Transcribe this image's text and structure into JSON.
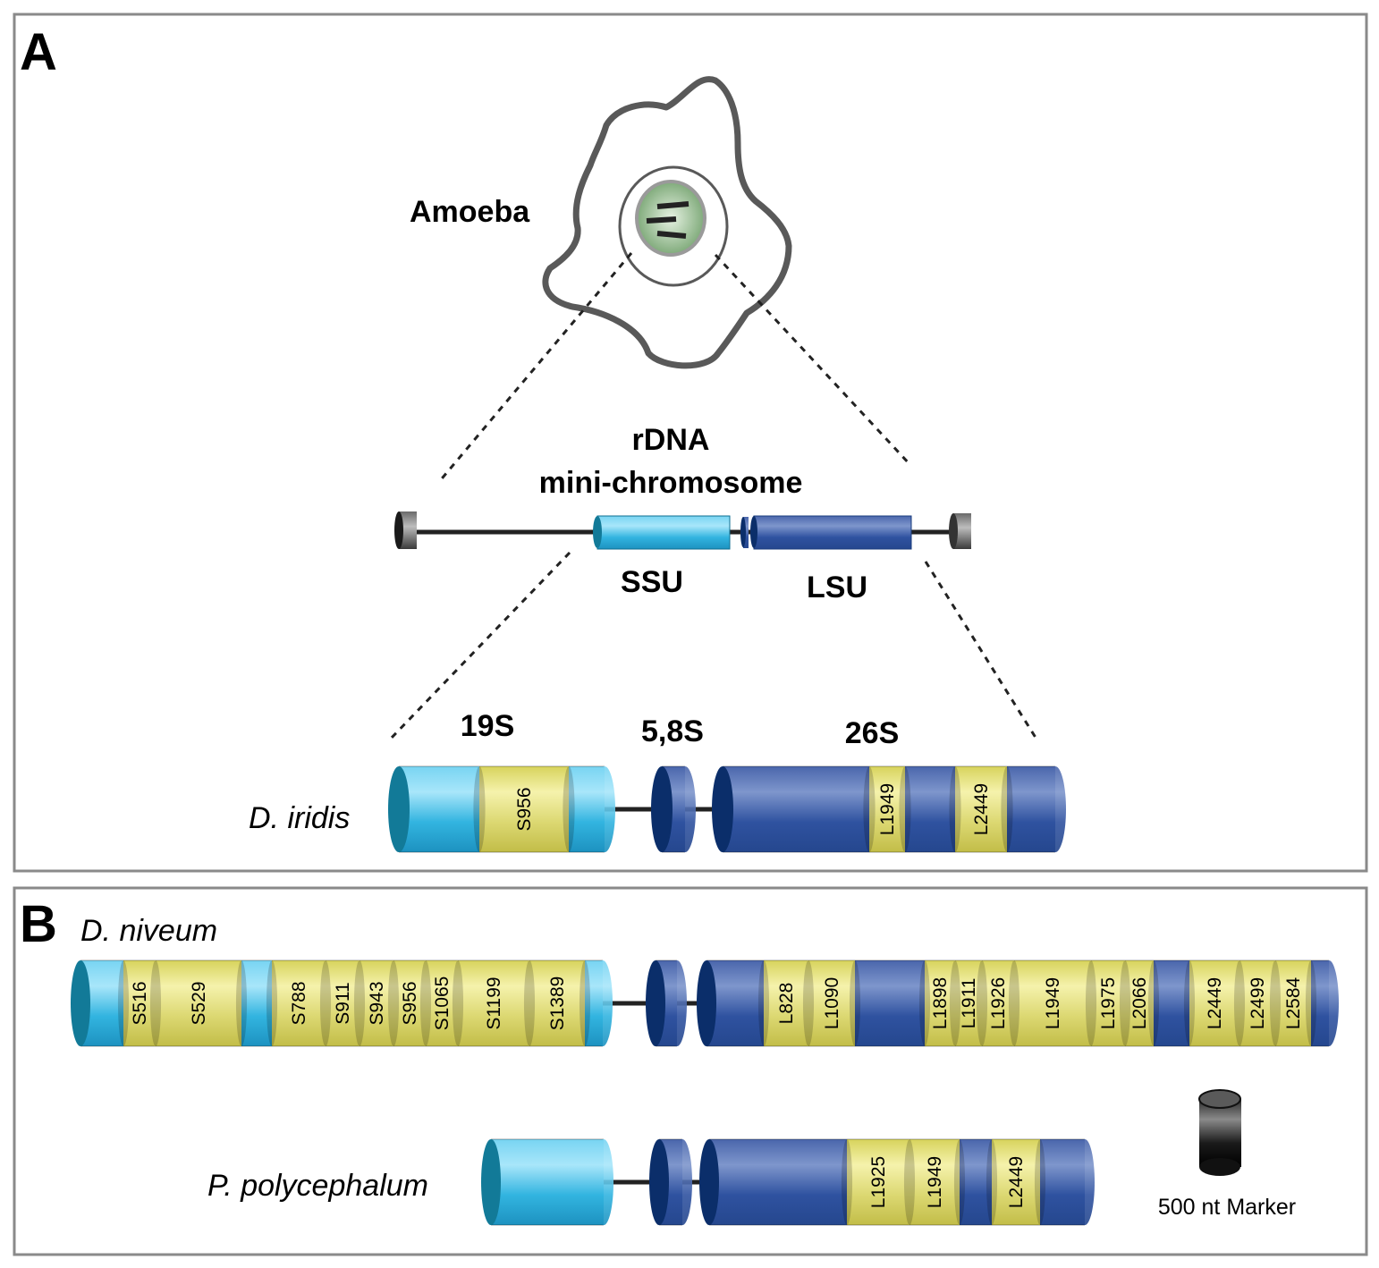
{
  "panels": {
    "a_label": "A",
    "b_label": "B"
  },
  "panel_a": {
    "cell_label": "Amoeba",
    "chromosome_title_line1": "rDNA",
    "chromosome_title_line2": "mini-chromosome",
    "ssu_label": "SSU",
    "lsu_label": "LSU",
    "gene_labels": {
      "g19s": "19S",
      "g58s": "5,8S",
      "g26s": "26S"
    },
    "species": "D. iridis",
    "introns": [
      "S956",
      "L1949",
      "L2449"
    ]
  },
  "panel_b": {
    "species_1": "D. niveum",
    "species_1_introns": [
      "S516",
      "S529",
      "S788",
      "S911",
      "S943",
      "S956",
      "S1065",
      "S1199",
      "S1389",
      "L828",
      "L1090",
      "L1898",
      "L1911",
      "L1926",
      "L1949",
      "L1975",
      "L2066",
      "L2449",
      "L2499",
      "L2584"
    ],
    "species_2": "P. polycephalum",
    "species_2_introns": [
      "L1925",
      "L1949",
      "L2449"
    ],
    "marker_label": "500 nt Marker"
  },
  "colors": {
    "ssu": "#4cc4e8",
    "lsu": "#4a68b0",
    "intron": "#e4e08a",
    "end_cap_ssu": "#127a98",
    "end_cap_lsu": "#0b2e6a",
    "telomere": "#555555",
    "nucleolus": "#8fba8c"
  }
}
